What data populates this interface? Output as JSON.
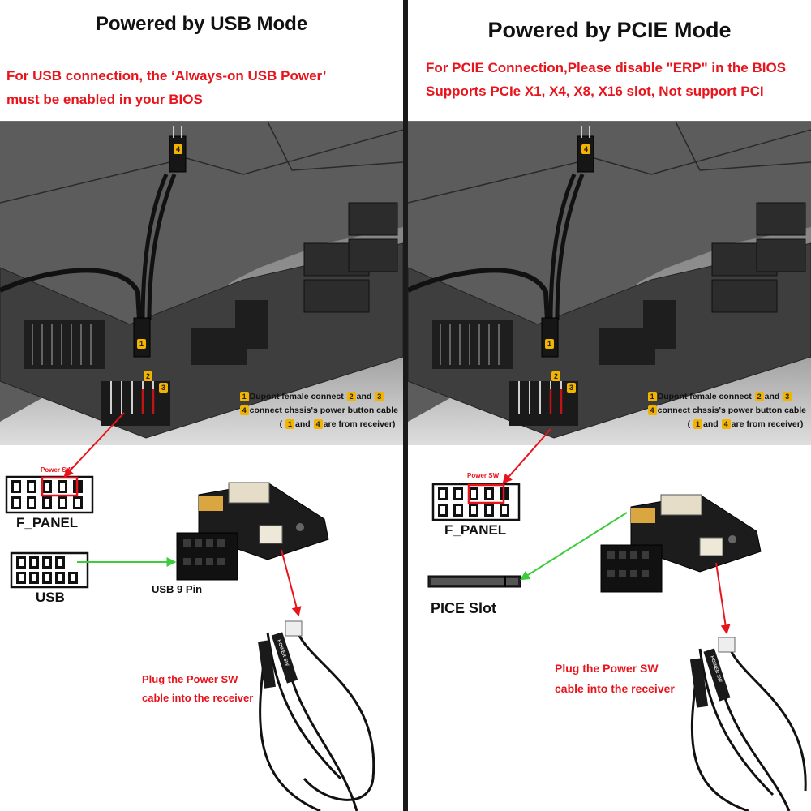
{
  "left": {
    "title": "Powered by USB Mode",
    "note_line1": "For USB connection, the ‘Always-on USB Power’",
    "note_line2": "must be enabled in your BIOS",
    "legend": {
      "l1_a": "Dupont female connect",
      "l1_b": "and",
      "l2": "connect chssis's power button cable",
      "l3_a": "(",
      "l3_b": "and",
      "l3_c": "are from receiver)"
    },
    "badges": {
      "b1": "1",
      "b2": "2",
      "b3": "3",
      "b4": "4"
    },
    "power_sw_label": "Power SW",
    "f_panel_label": "F_PANEL",
    "usb_label": "USB",
    "usb9_label": "USB 9 Pin",
    "caption_line1": "Plug the Power SW",
    "caption_line2": "cable into the receiver",
    "cable_label": "POWER SW"
  },
  "right": {
    "title": "Powered by PCIE Mode",
    "note_line1": "For PCIE Connection,Please disable \"ERP\" in the BIOS",
    "note_line2": "Supports PCIe X1, X4, X8, X16 slot, Not support PCI",
    "legend": {
      "l1_a": "Dupont female connect",
      "l1_b": "and",
      "l2": "connect chssis's power button cable",
      "l3_a": "(",
      "l3_b": "and",
      "l3_c": "are from receiver)"
    },
    "badges": {
      "b1": "1",
      "b2": "2",
      "b3": "3",
      "b4": "4"
    },
    "power_sw_label": "Power SW",
    "f_panel_label": "F_PANEL",
    "pcie_label": "PICE Slot",
    "caption_line1": "Plug the Power SW",
    "caption_line2": "cable into the receiver",
    "cable_label": "POWER SW"
  },
  "colors": {
    "note_red": "#e8141c",
    "badge_yellow": "#f2b400",
    "arrow_red": "#e8141c",
    "arrow_green": "#3ccc3c",
    "board_gray": "#7c7c7c"
  },
  "icons": [
    "motherboard-illustration",
    "receiver-board",
    "f-panel-header-icon",
    "usb-header-icon",
    "pcie-slot-icon",
    "power-sw-cable"
  ]
}
